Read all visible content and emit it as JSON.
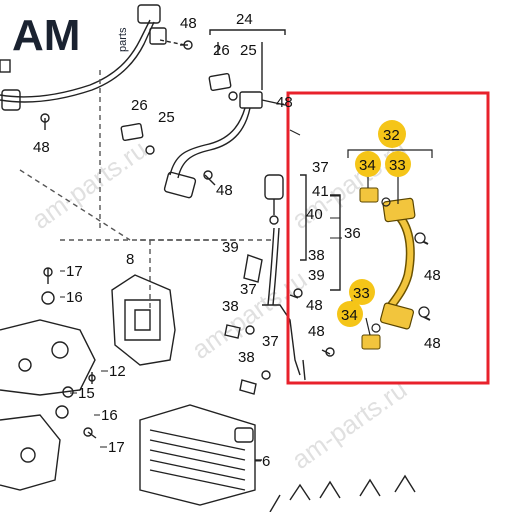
{
  "brand": {
    "logo_text": "AM",
    "logo_suffix": "parts"
  },
  "watermark": {
    "text": "am-parts.ru"
  },
  "highlight": {
    "color": "#e8212b",
    "callout_fill": "#f5c518",
    "part_color": "#f2c53d"
  },
  "callouts": {
    "n48_a": "48",
    "n24": "24",
    "n26_a": "26",
    "n25_a": "25",
    "n48_b": "48",
    "n48_c": "48",
    "n26_b": "26",
    "n25_b": "25",
    "n48_d": "48",
    "n8": "8",
    "n17_a": "17",
    "n16_a": "16",
    "n12": "12",
    "n15": "15",
    "n16_b": "16",
    "n17_b": "17",
    "n6": "6",
    "n37_a": "37",
    "n41": "41",
    "n40": "40",
    "n36": "36",
    "n38_a": "38",
    "n39_a": "39",
    "n39_b": "39",
    "n37_b": "37",
    "n38_b": "38",
    "n48_e": "48",
    "n48_f": "48",
    "n38_c": "38",
    "n37_c": "37",
    "n32": "32",
    "n34_a": "34",
    "n33_a": "33",
    "n48_g": "48",
    "n33_b": "33",
    "n34_b": "34",
    "n48_h": "48"
  }
}
